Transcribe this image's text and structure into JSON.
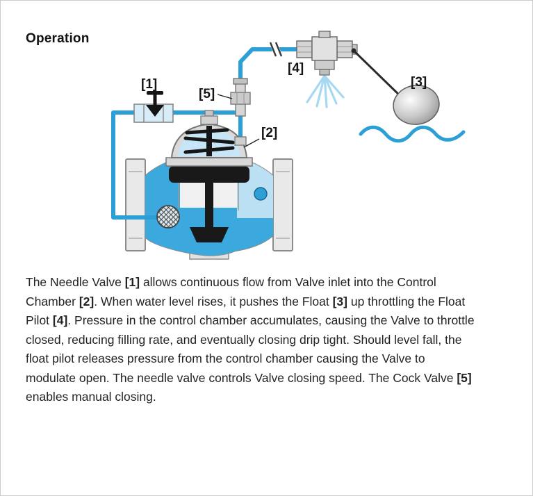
{
  "page": {
    "title": "Operation"
  },
  "diagram": {
    "labels": {
      "needle_valve": "[1]",
      "control_chamber": "[2]",
      "float": "[3]",
      "float_pilot": "[4]",
      "cock_valve": "[5]"
    },
    "colors": {
      "pipe_blue": "#2B9FD6",
      "water_blue": "#3BA8DE",
      "water_light_blue": "#BCE0F3",
      "spray_blue": "#A6D8F2"
    }
  },
  "description": {
    "segments": [
      {
        "text": "The Needle Valve ",
        "bold": false
      },
      {
        "text": "[1]",
        "bold": true
      },
      {
        "text": " allows continuous flow from Valve inlet into the Control Chamber ",
        "bold": false
      },
      {
        "text": "[2]",
        "bold": true
      },
      {
        "text": ". When water level rises, it pushes the Float ",
        "bold": false
      },
      {
        "text": "[3]",
        "bold": true
      },
      {
        "text": " up throttling the Float Pilot ",
        "bold": false
      },
      {
        "text": "[4]",
        "bold": true
      },
      {
        "text": ". Pressure in the control chamber accumulates, causing the Valve to throttle closed, reducing filling rate, and eventually closing drip tight. Should level fall, the float pilot releases pressure from the control chamber causing the Valve to modulate open. The needle valve controls Valve closing speed. The Cock Valve ",
        "bold": false
      },
      {
        "text": "[5]",
        "bold": true
      },
      {
        "text": " enables manual closing.",
        "bold": false
      }
    ]
  }
}
